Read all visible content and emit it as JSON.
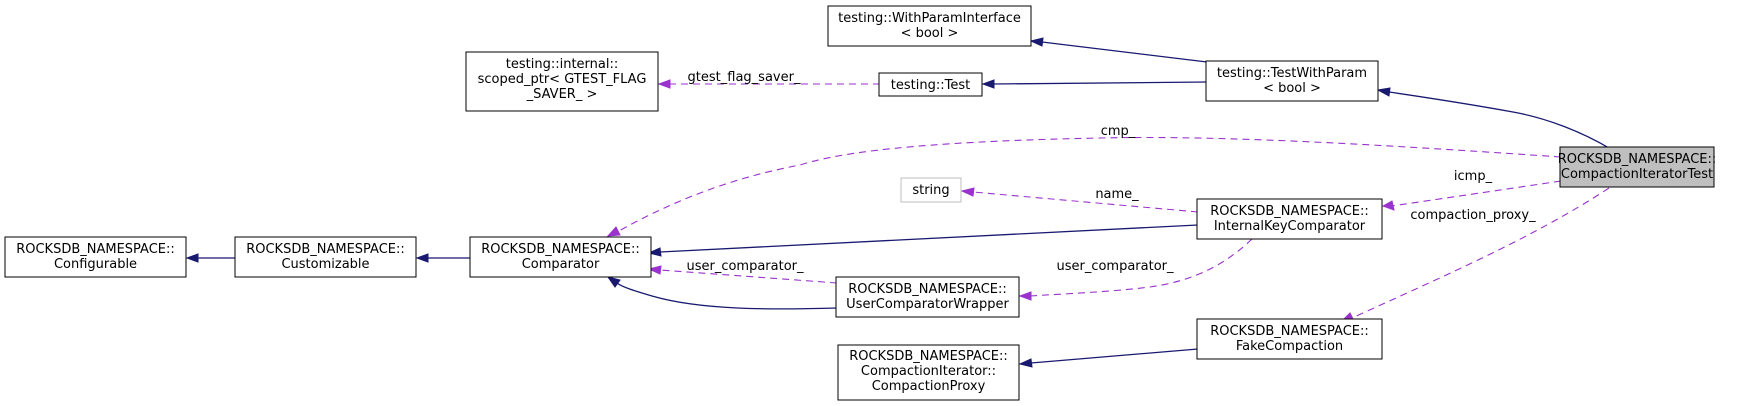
{
  "nodes": {
    "with_param_interface": [
      "testing::WithParamInterface",
      "< bool >"
    ],
    "test_with_param": [
      "testing::TestWithParam",
      "< bool >"
    ],
    "scoped_ptr": [
      "testing::internal::",
      "scoped_ptr< GTEST_FLAG",
      "_SAVER_ >"
    ],
    "testing_test": [
      "testing::Test"
    ],
    "compaction_iterator_test": [
      "ROCKSDB_NAMESPACE::",
      "CompactionIteratorTest"
    ],
    "string": [
      "string"
    ],
    "internal_key_comparator": [
      "ROCKSDB_NAMESPACE::",
      "InternalKeyComparator"
    ],
    "configurable": [
      "ROCKSDB_NAMESPACE::",
      "Configurable"
    ],
    "customizable": [
      "ROCKSDB_NAMESPACE::",
      "Customizable"
    ],
    "comparator": [
      "ROCKSDB_NAMESPACE::",
      "Comparator"
    ],
    "user_comparator_wrapper": [
      "ROCKSDB_NAMESPACE::",
      "UserComparatorWrapper"
    ],
    "fake_compaction": [
      "ROCKSDB_NAMESPACE::",
      "FakeCompaction"
    ],
    "compaction_proxy": [
      "ROCKSDB_NAMESPACE::",
      "CompactionIterator::",
      "CompactionProxy"
    ]
  },
  "edge_labels": {
    "gtest_flag_saver": "gtest_flag_saver_",
    "cmp": "cmp_",
    "icmp": "icmp_",
    "compaction_proxy": "compaction_proxy_",
    "name": "name_",
    "user_comparator_left": "user_comparator_",
    "user_comparator_right": "user_comparator_"
  },
  "colors": {
    "inheritance_edge": "#191970",
    "usage_edge": "#9a32cd",
    "focus_node_fill": "#bfbfbf",
    "external_node_border": "#bfbfbf"
  }
}
